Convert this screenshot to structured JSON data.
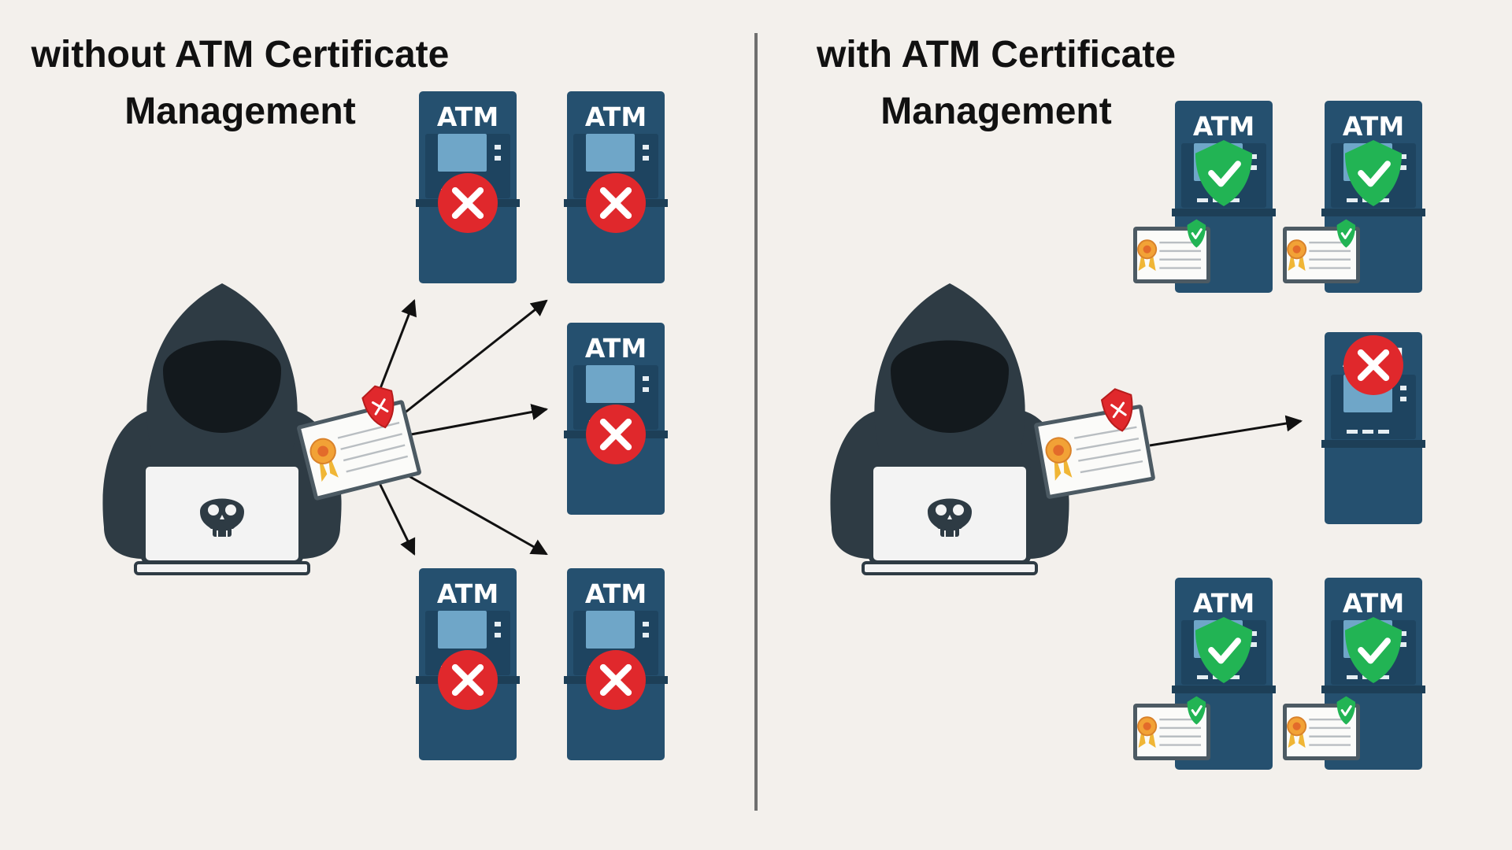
{
  "titles": {
    "left": "without ATM Certificate\nManagement",
    "right": "with ATM Certificate\nManagement"
  },
  "atm_label": "ATM",
  "colors": {
    "background": "#f3f0ec",
    "atm_body": "#25506f",
    "atm_screen": "#6fa6c8",
    "hacker": "#2e3b44",
    "fail_red": "#e0282c",
    "ok_green": "#22b454",
    "divider": "#6f6f6f",
    "arrow": "#111111"
  },
  "icons": [
    "atm-icon",
    "hacker-icon",
    "skull-icon",
    "certificate-icon",
    "shield-x-icon",
    "shield-check-icon",
    "x-circle-icon",
    "arrow-icon"
  ],
  "panels": {
    "without_management": {
      "atms": [
        {
          "status": "compromised"
        },
        {
          "status": "compromised"
        },
        {
          "status": "compromised"
        },
        {
          "status": "compromised"
        },
        {
          "status": "compromised"
        }
      ],
      "malicious_certificate_reaches": 5
    },
    "with_management": {
      "atms": [
        {
          "status": "protected",
          "valid_certificate": true
        },
        {
          "status": "protected",
          "valid_certificate": true
        },
        {
          "status": "compromised",
          "valid_certificate": false
        },
        {
          "status": "protected",
          "valid_certificate": true
        },
        {
          "status": "protected",
          "valid_certificate": true
        }
      ],
      "malicious_certificate_reaches": 1
    }
  }
}
